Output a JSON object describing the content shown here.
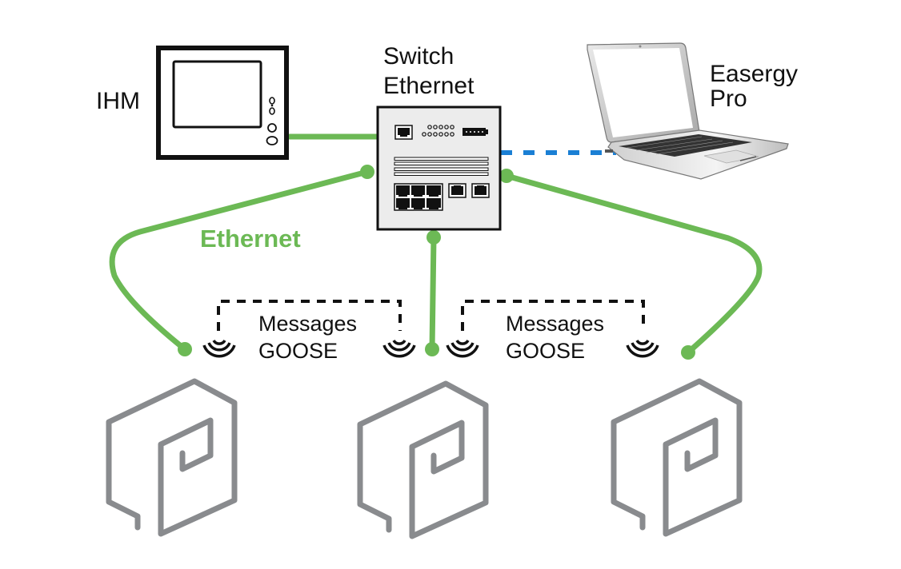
{
  "labels": {
    "hmi": "IHM",
    "switch_line1": "Switch",
    "switch_line2": "Ethernet",
    "laptop_line1": "Easergy",
    "laptop_line2": "Pro",
    "network": "Ethernet",
    "goose_left_line1": "Messages",
    "goose_left_line2": "GOOSE",
    "goose_right_line1": "Messages",
    "goose_right_line2": "GOOSE"
  },
  "colors": {
    "ethernet_green": "#6cb955",
    "link_blue": "#1a7fd4",
    "relay_gray": "#898b8e",
    "outline_black": "#111111",
    "switch_fill": "#ececec"
  },
  "nodes": [
    {
      "id": "hmi",
      "type": "hmi-panel"
    },
    {
      "id": "switch",
      "type": "ethernet-switch"
    },
    {
      "id": "laptop",
      "type": "laptop"
    },
    {
      "id": "relay-1",
      "type": "protection-relay"
    },
    {
      "id": "relay-2",
      "type": "protection-relay"
    },
    {
      "id": "relay-3",
      "type": "protection-relay"
    }
  ],
  "links": [
    {
      "from": "hmi",
      "to": "switch",
      "style": "solid-green"
    },
    {
      "from": "laptop",
      "to": "switch",
      "style": "dashed-blue"
    },
    {
      "from": "switch",
      "to": "relay-1",
      "style": "solid-green"
    },
    {
      "from": "switch",
      "to": "relay-2",
      "style": "solid-green"
    },
    {
      "from": "switch",
      "to": "relay-3",
      "style": "solid-green"
    },
    {
      "from": "relay-1",
      "to": "relay-2",
      "style": "dashed-black-goose"
    },
    {
      "from": "relay-2",
      "to": "relay-3",
      "style": "dashed-black-goose"
    }
  ]
}
